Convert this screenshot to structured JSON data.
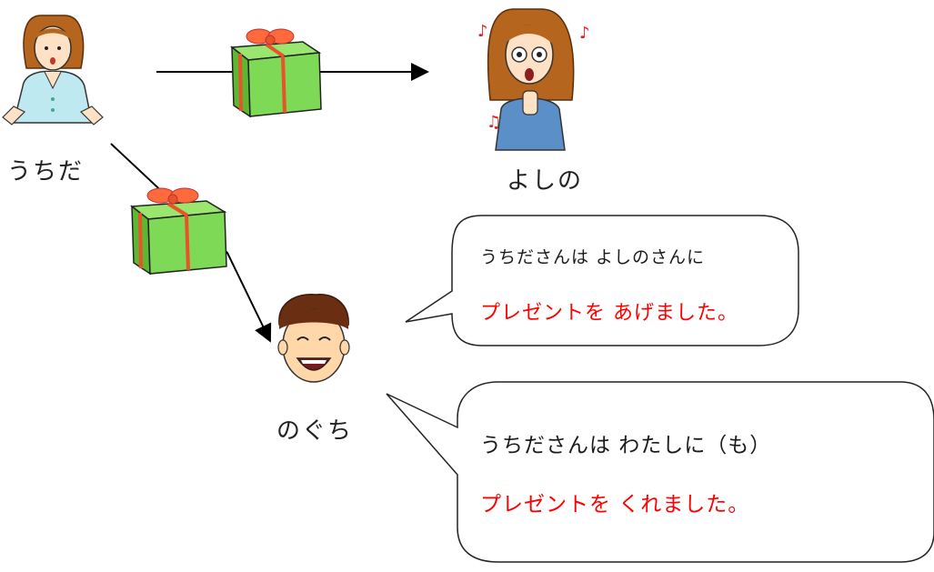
{
  "people": {
    "uchida": "うちだ",
    "yoshino": "よしの",
    "noguchi": "のぐち"
  },
  "bubble_top": {
    "line1": "うちださんは よしのさんに",
    "line2": "プレゼントを あげました。"
  },
  "bubble_bottom": {
    "line1": "うちださんは わたしに（も）",
    "line2": "プレゼントを くれました。"
  },
  "colors": {
    "highlight": "#ff0000",
    "gift_box": "#7ed957",
    "ribbon": "#e8532a",
    "shirt": "#bfe9f0",
    "hair": "#b5651d"
  }
}
